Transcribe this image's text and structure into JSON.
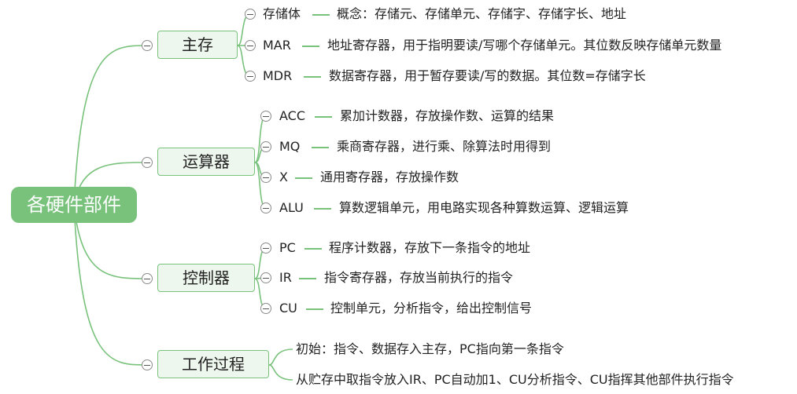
{
  "root": {
    "label": "各硬件部件"
  },
  "branches": [
    {
      "label": "主存",
      "children": [
        {
          "term": "存储体",
          "desc": "概念：存储元、存储单元、存储字、存储字长、地址"
        },
        {
          "term": "MAR",
          "desc": "地址寄存器，用于指明要读/写哪个存储单元。其位数反映存储单元数量"
        },
        {
          "term": "MDR",
          "desc": "数据寄存器，用于暂存要读/写的数据。其位数=存储字长"
        }
      ]
    },
    {
      "label": "运算器",
      "children": [
        {
          "term": "ACC",
          "desc": "累加计数器，存放操作数、运算的结果"
        },
        {
          "term": "MQ",
          "desc": "乘商寄存器，进行乘、除算法时用得到"
        },
        {
          "term": "X",
          "desc": "通用寄存器，存放操作数"
        },
        {
          "term": "ALU",
          "desc": "算数逻辑单元，用电路实现各种算数运算、逻辑运算"
        }
      ]
    },
    {
      "label": "控制器",
      "children": [
        {
          "term": "PC",
          "desc": "程序计数器，存放下一条指令的地址"
        },
        {
          "term": "IR",
          "desc": "指令寄存器，存放当前执行的指令"
        },
        {
          "term": "CU",
          "desc": "控制单元，分析指令，给出控制信号"
        }
      ]
    },
    {
      "label": "工作过程",
      "children": [
        {
          "term": "初始：指令、数据存入主存，PC指向第一条指令"
        },
        {
          "term": "从贮存中取指令放入IR、PC自动加1、CU分析指令、CU指挥其他部件执行指令"
        }
      ]
    }
  ],
  "colors": {
    "accent": "#79c27c",
    "branch_bg": "#eef7ee"
  },
  "icons": {
    "toggle": "collapse-minus-icon"
  }
}
